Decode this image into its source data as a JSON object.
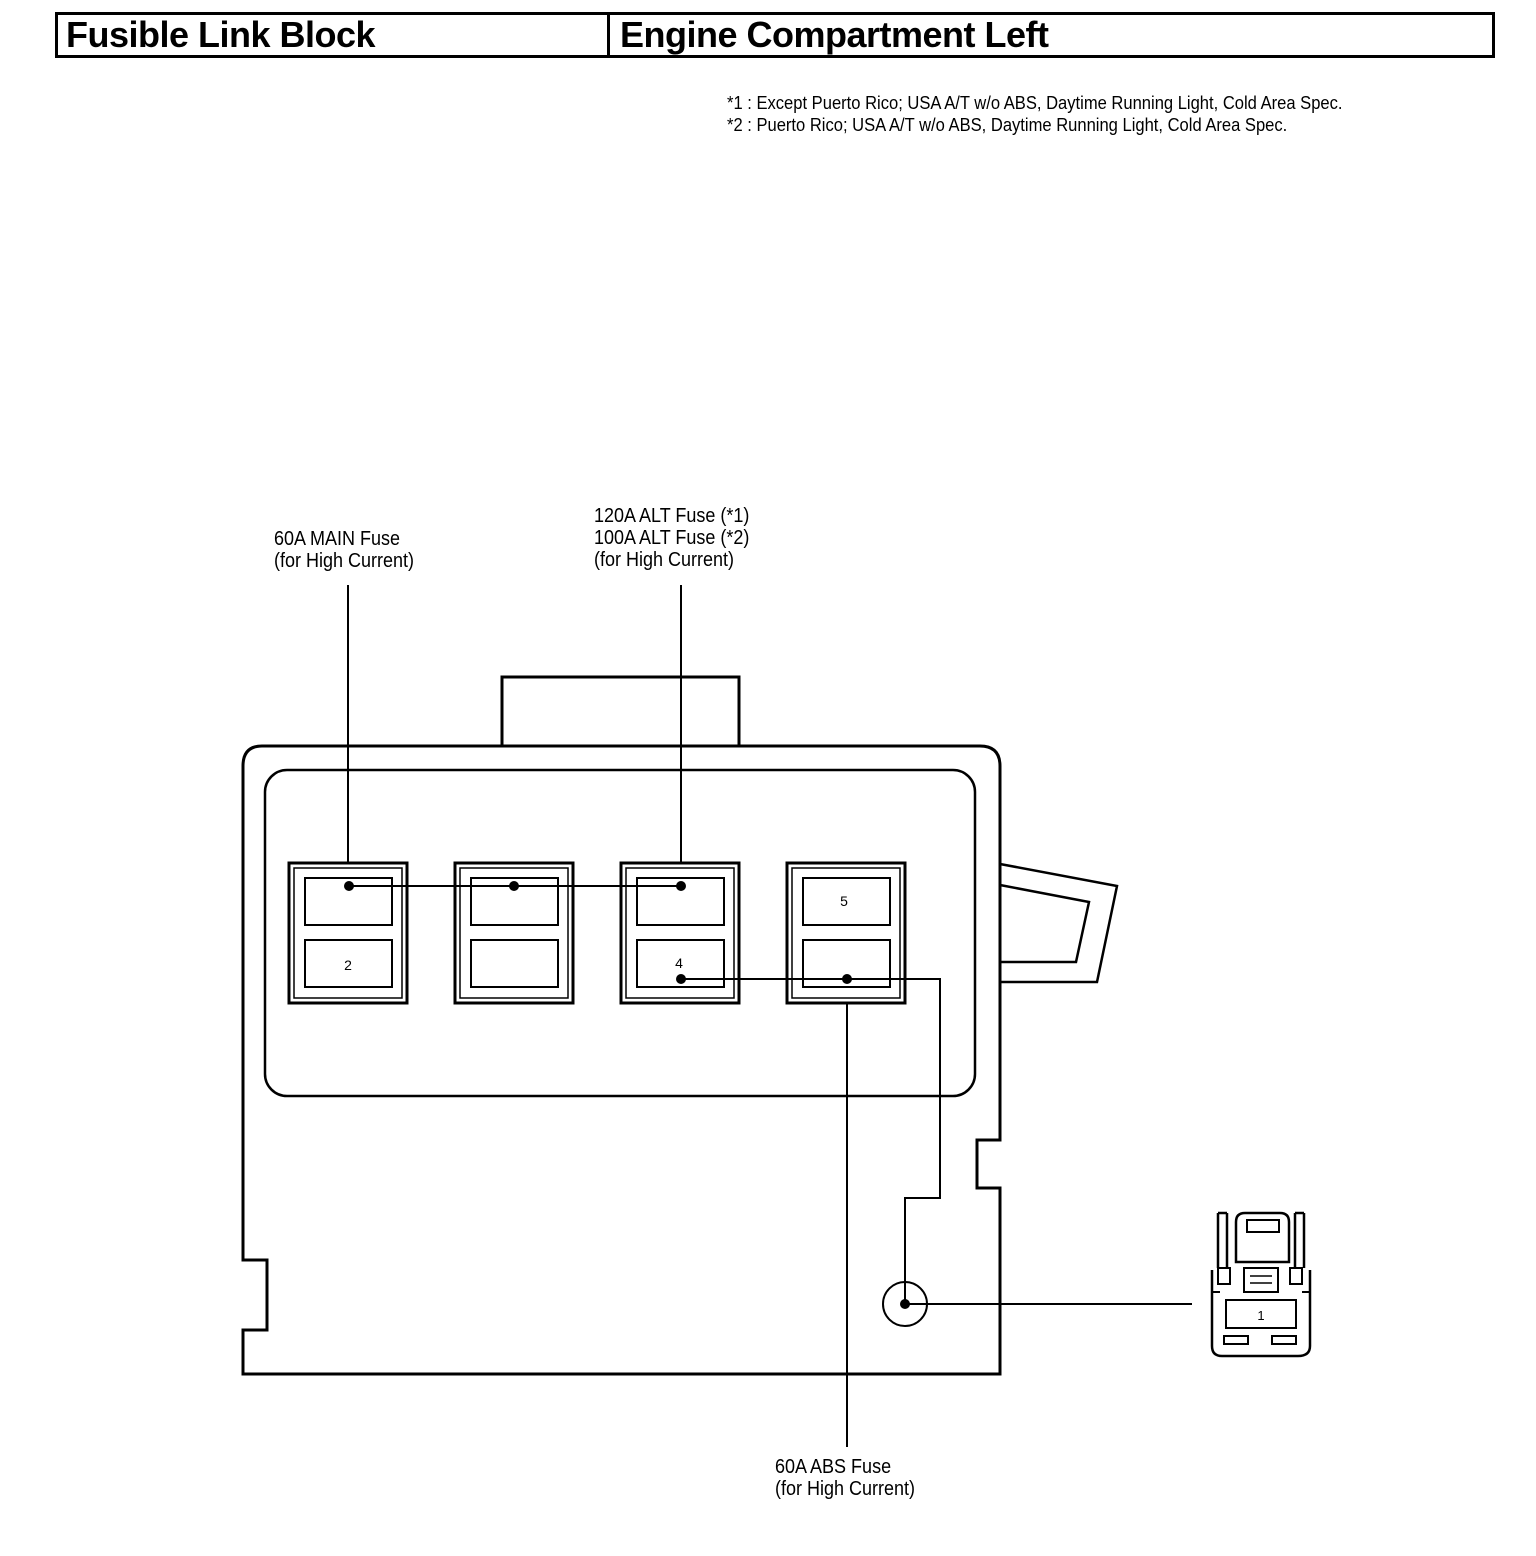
{
  "header": {
    "component": "Fusible Link Block",
    "location": "Engine Compartment Left"
  },
  "notes": [
    "*1 : Except Puerto Rico; USA A/T w/o ABS, Daytime Running Light, Cold Area Spec.",
    "*2 : Puerto Rico; USA A/T w/o ABS, Daytime Running Light, Cold Area Spec."
  ],
  "callouts": {
    "main_fuse": {
      "line1": "60A MAIN Fuse",
      "line2": "(for High Current)"
    },
    "alt_fuse": {
      "line1": "120A ALT Fuse (*1)",
      "line2": "100A ALT Fuse (*2)",
      "line3": "(for High Current)"
    },
    "abs_fuse": {
      "line1": "60A ABS Fuse",
      "line2": "(for High Current)"
    }
  },
  "slots": {
    "slot_2": "2",
    "slot_4": "4",
    "slot_5": "5"
  },
  "connector": {
    "pin_1": "1"
  }
}
